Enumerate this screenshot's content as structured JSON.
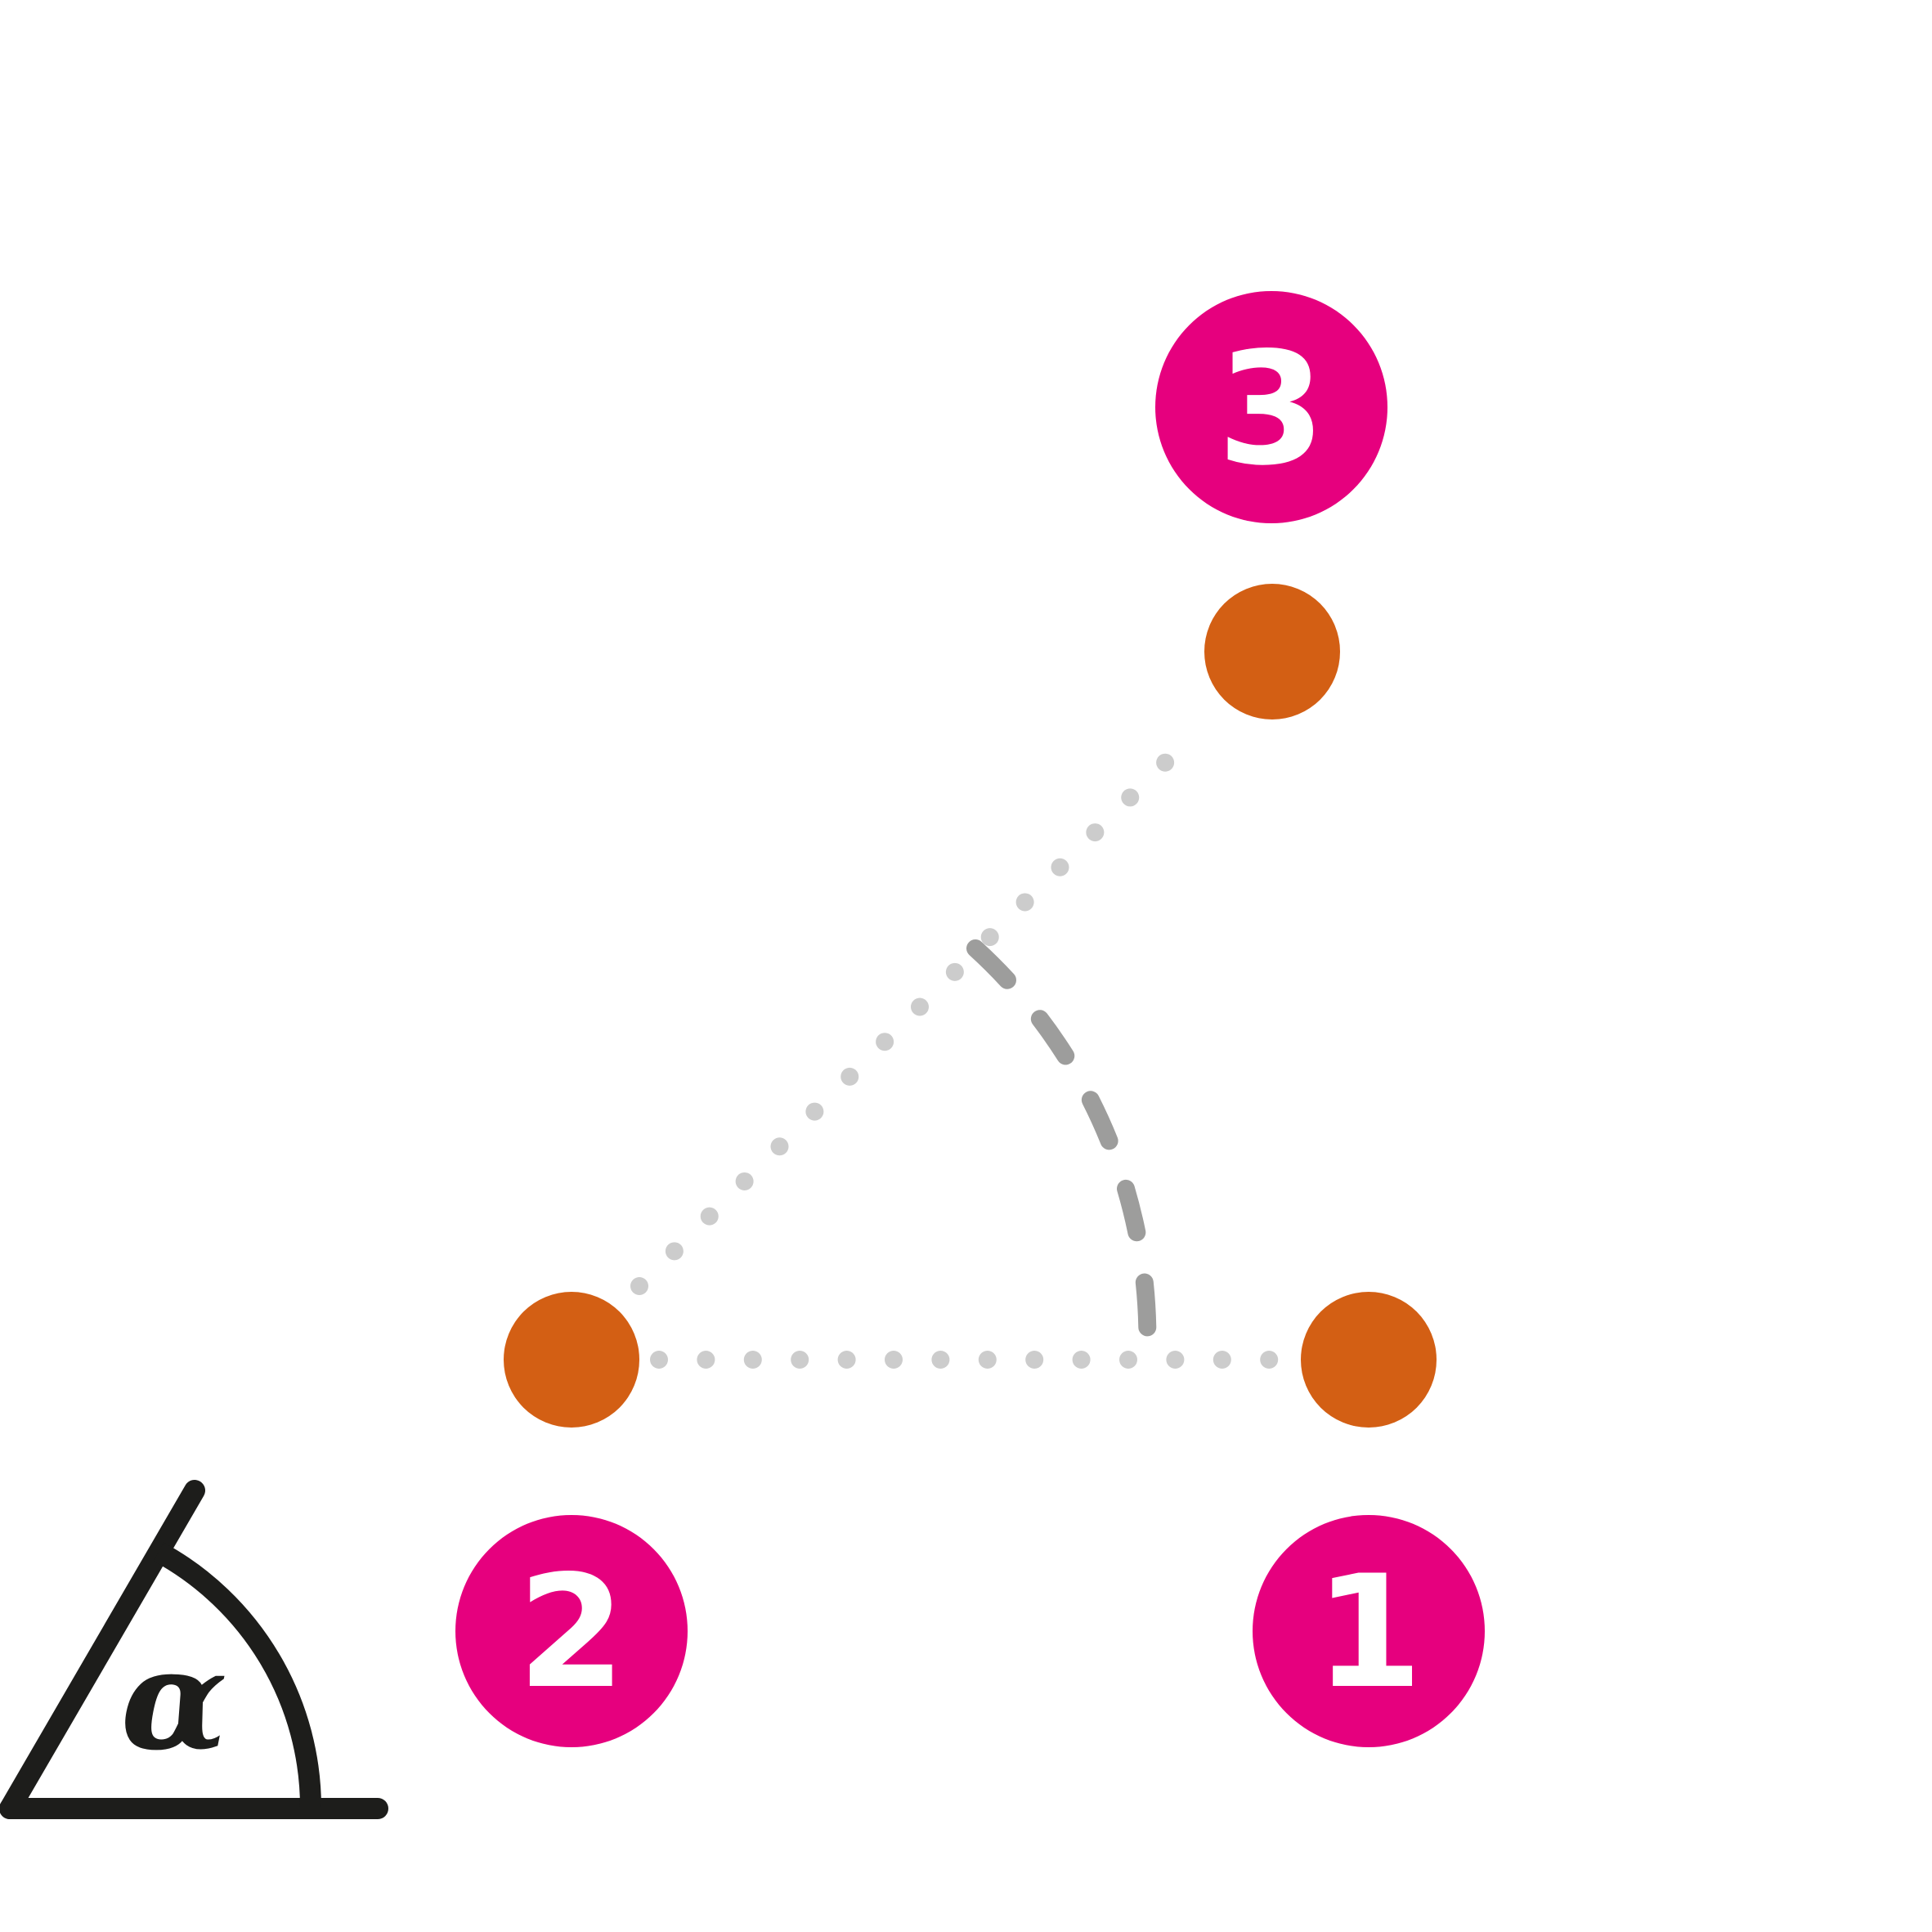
{
  "colors": {
    "badge": "#e6007e",
    "node": "#d35f14",
    "dotted_line": "#cccccc",
    "dashed_arc": "#9d9d9c",
    "icon": "#1d1d1b",
    "badge_text": "#ffffff"
  },
  "badges": [
    {
      "label": "3",
      "for_node": "top"
    },
    {
      "label": "2",
      "for_node": "bottom-left"
    },
    {
      "label": "1",
      "for_node": "bottom-right"
    }
  ],
  "angle_icon": {
    "symbol": "α",
    "icon": "angle-icon"
  }
}
